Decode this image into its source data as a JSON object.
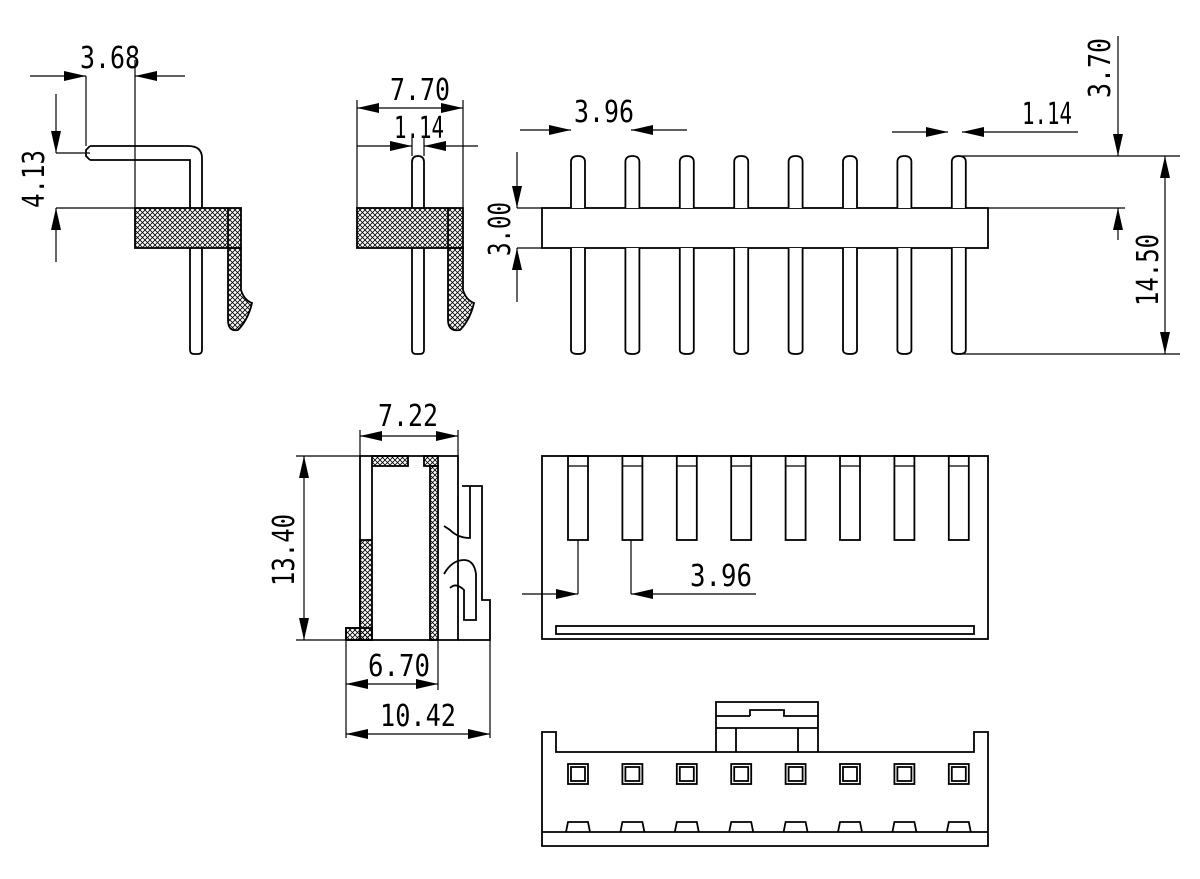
{
  "dimensions": {
    "pin_offset": "3.68",
    "bend_height": "4.13",
    "side_width": "7.70",
    "pin_width_side": "1.14",
    "pitch_front": "3.96",
    "pin_width_front": "1.14",
    "pin_tip_height": "3.70",
    "body_height": "3.00",
    "total_height": "14.50",
    "housing_width": "7.22",
    "housing_height": "13.40",
    "housing_inner": "6.70",
    "housing_total": "10.42",
    "pitch_housing": "3.96"
  }
}
